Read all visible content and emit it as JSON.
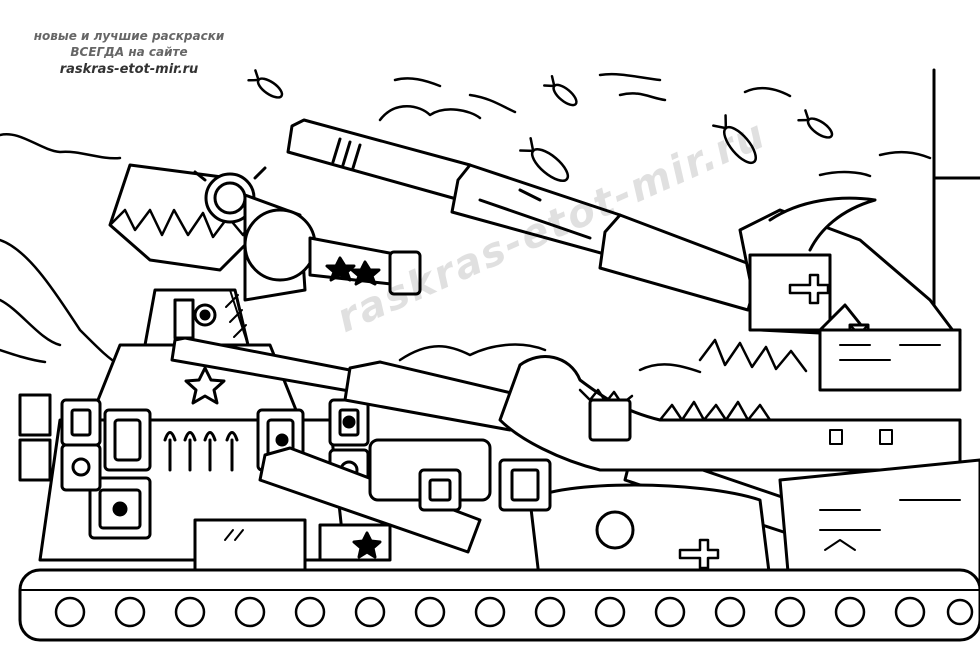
{
  "caption": {
    "line1": "новые и лучшие раскраски",
    "line2": "ВСЕГДА на сайте",
    "line3": "raskras-etot-mir.ru"
  },
  "watermark": "raskras-etot-mir.ru",
  "colors": {
    "ink": "#000000",
    "paper": "#ffffff",
    "caption": "#666666"
  }
}
